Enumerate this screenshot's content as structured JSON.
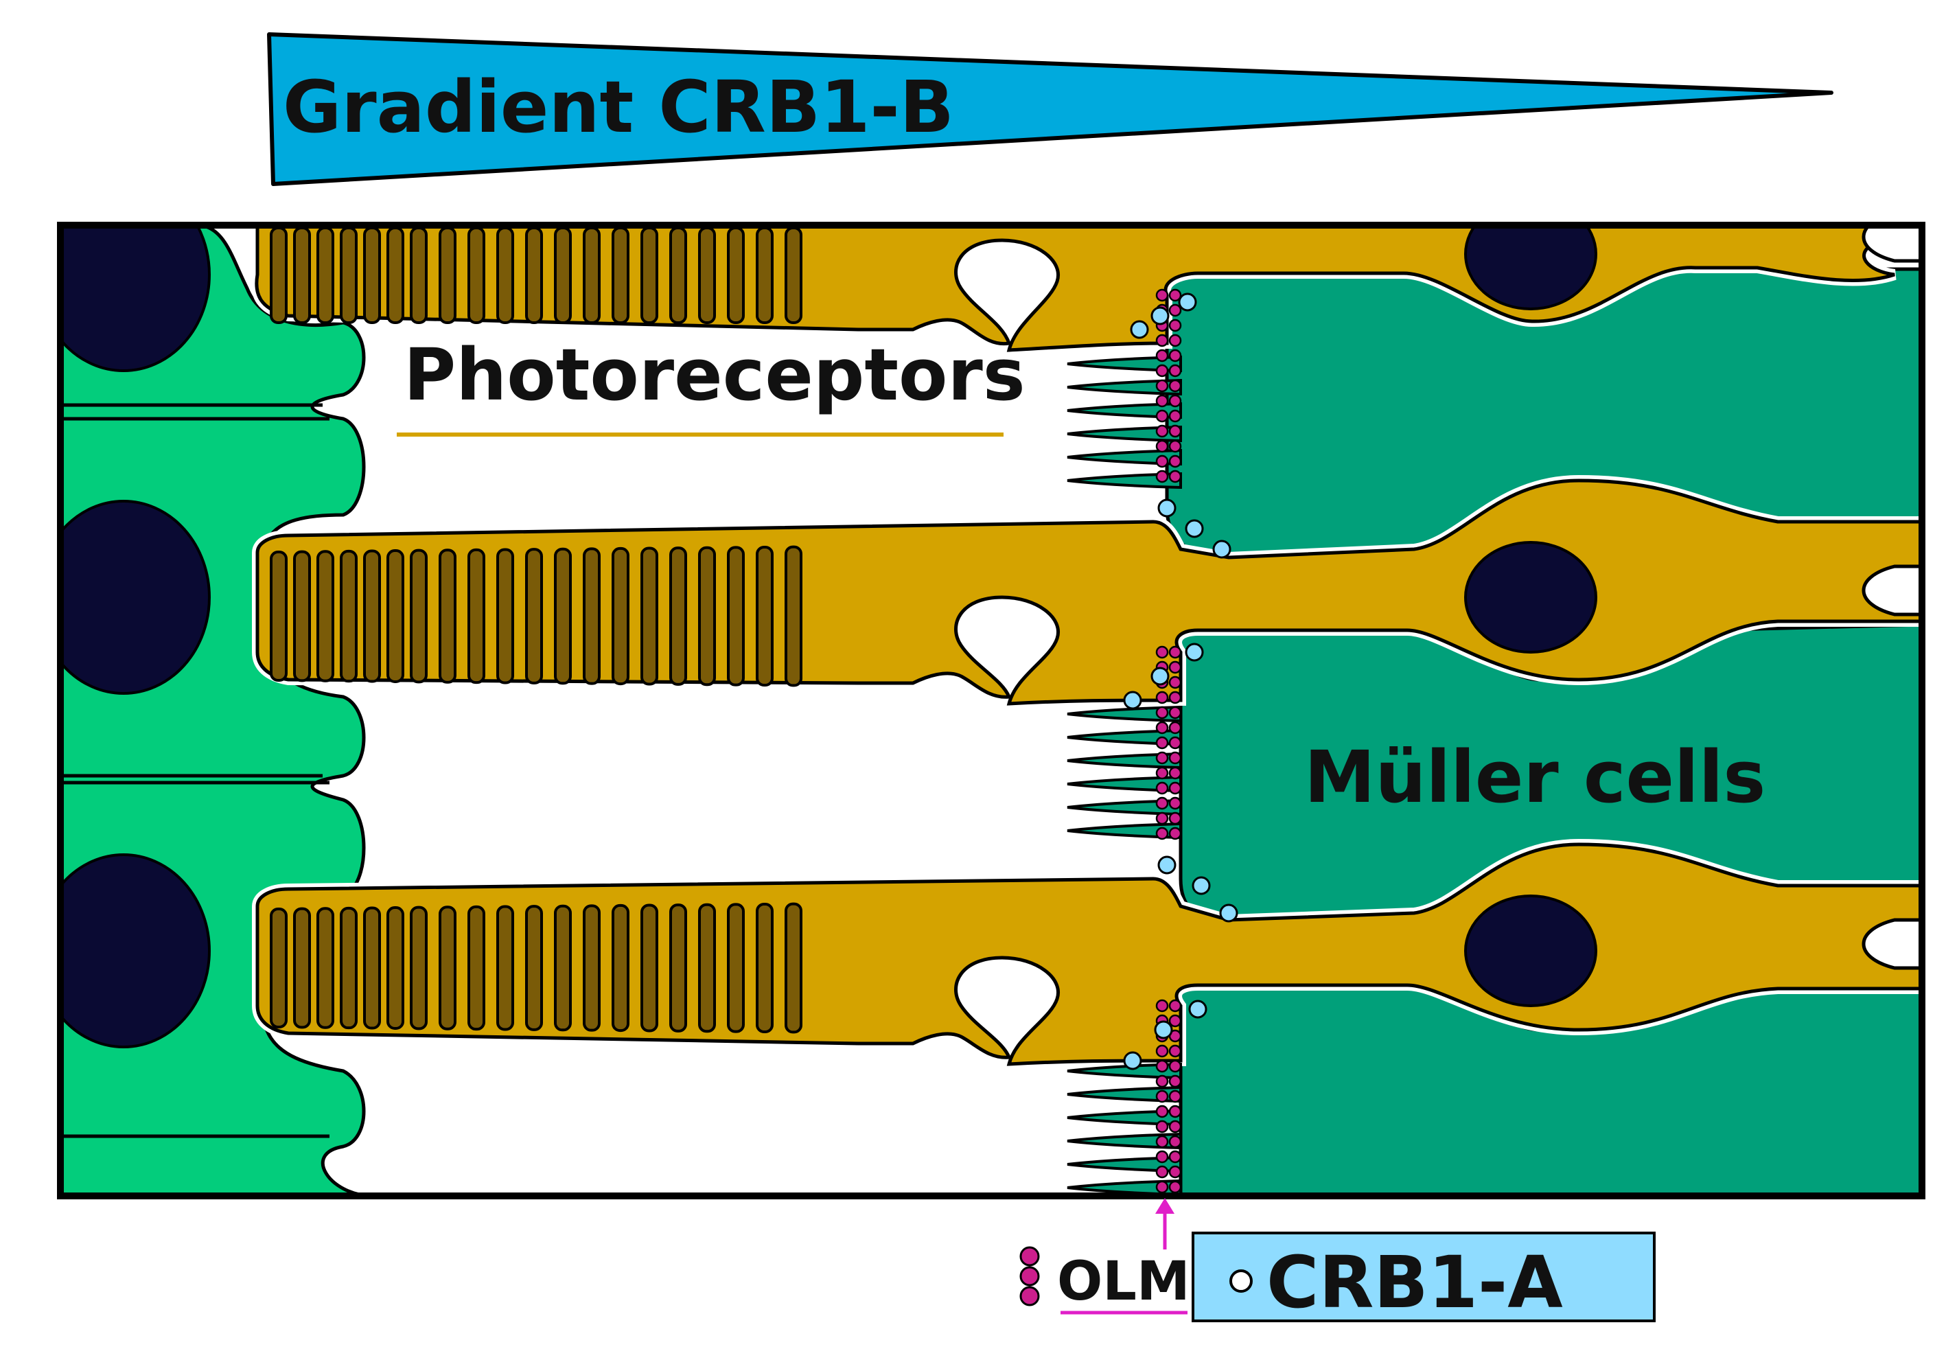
{
  "diagram": {
    "gradient_label": "Gradient CRB1-B",
    "photoreceptors_label": "Photoreceptors",
    "muller_label": "Müller cells",
    "olm_label": "OLM",
    "crb1a_label": "CRB1-A",
    "colors": {
      "gradient": "#00aadd",
      "rpe": "#03cd7c",
      "photoreceptor": "#d4a300",
      "outer_segment": "#7a5b08",
      "muller": "#01a07a",
      "nucleus": "#0a0a33",
      "crb1a": "#8fdcff",
      "olm_dots": "#cc1e8c",
      "pink_line": "#e01fc8",
      "underline_gold": "#d4a300"
    }
  }
}
